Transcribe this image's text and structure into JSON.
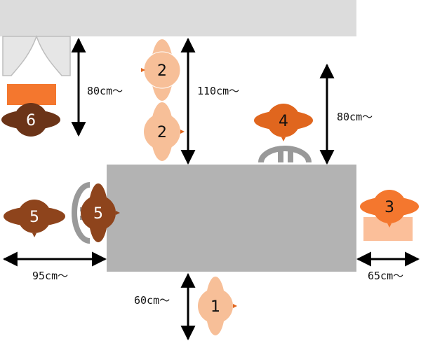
{
  "colors": {
    "wall": "#dcdcdc",
    "table": "#b3b3b3",
    "light_person": "#f7bf98",
    "mid_person": "#e0661e",
    "dark_person": "#8e441c",
    "very_dark_person": "#6b3418",
    "orange_box": "#f4772e",
    "peach_box": "#fbbf9a",
    "arrow": "#000000"
  },
  "people": [
    {
      "id": "p1",
      "number": "1",
      "tone": "light"
    },
    {
      "id": "p2a",
      "number": "2",
      "tone": "light"
    },
    {
      "id": "p2b",
      "number": "2",
      "tone": "light"
    },
    {
      "id": "p3",
      "number": "3",
      "tone": "mid"
    },
    {
      "id": "p4",
      "number": "4",
      "tone": "mid"
    },
    {
      "id": "p5a",
      "number": "5",
      "tone": "dark"
    },
    {
      "id": "p5b",
      "number": "5",
      "tone": "dark"
    },
    {
      "id": "p6",
      "number": "6",
      "tone": "very-dark"
    }
  ],
  "dimensions": {
    "left_clearance": "80cm～",
    "center_clearance": "110cm～",
    "right_clearance": "80cm～",
    "left_side": "95cm～",
    "right_side": "65cm～",
    "bottom": "60cm～"
  },
  "icons": [
    "curtain-icon",
    "wheelchair-icon",
    "arrow-icon"
  ]
}
